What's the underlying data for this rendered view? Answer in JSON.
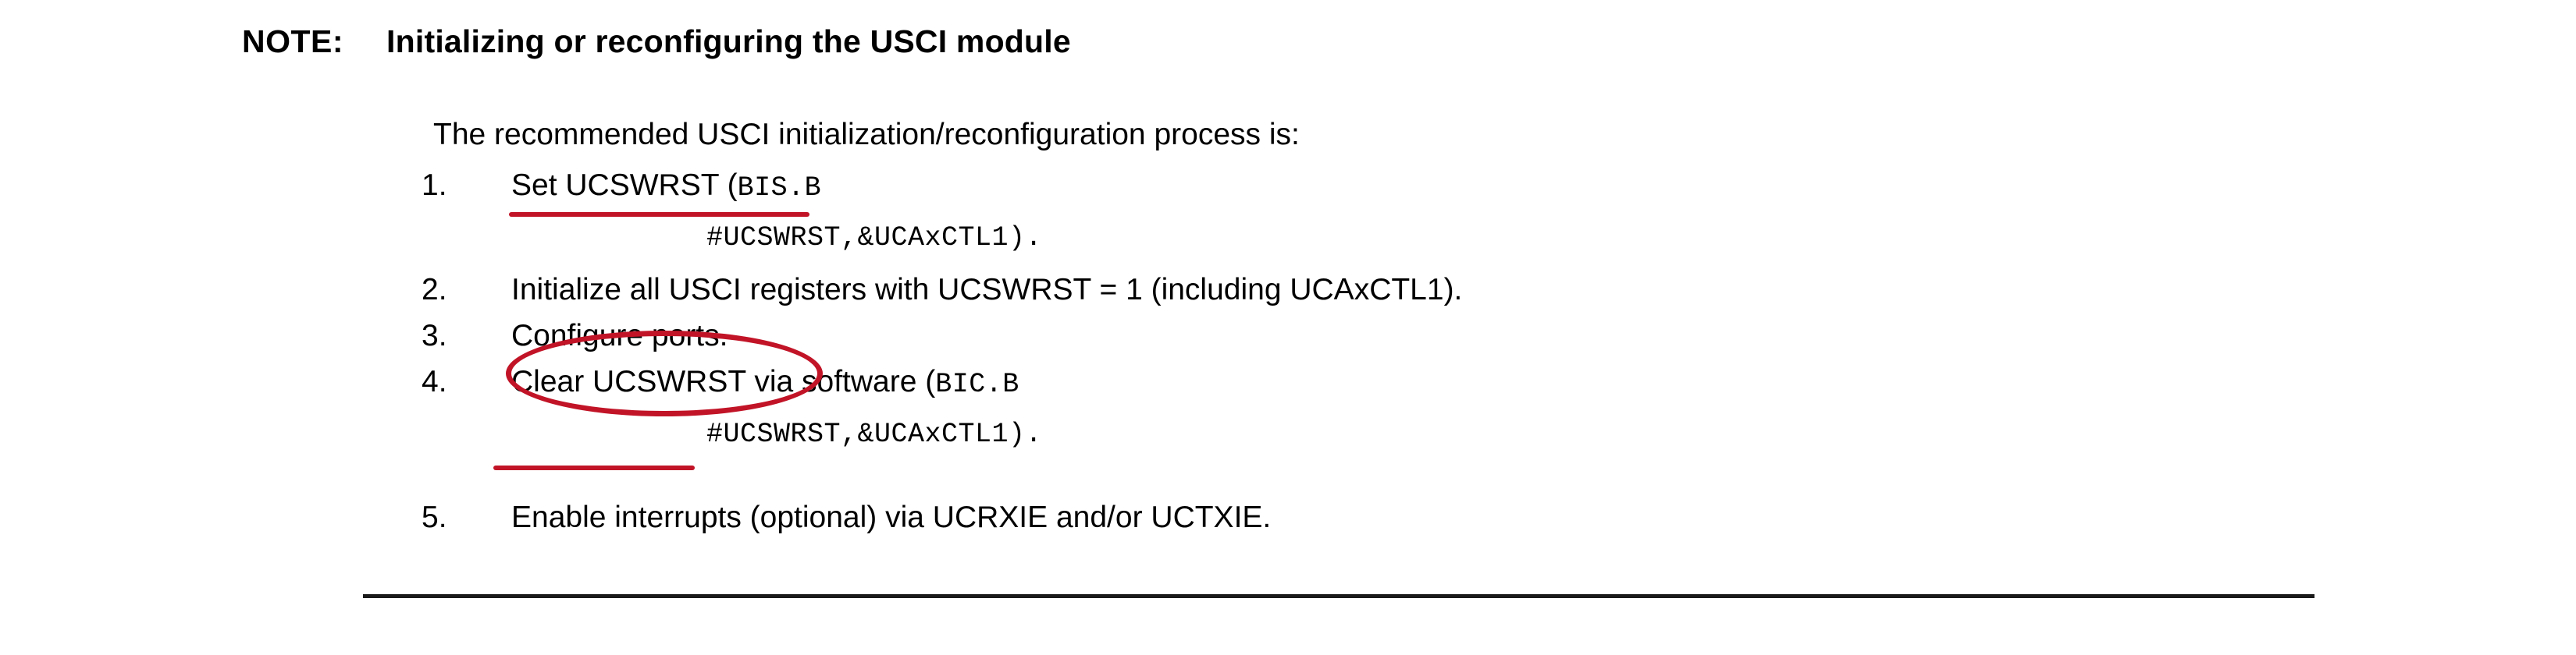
{
  "note": {
    "label": "NOTE:",
    "title": "Initializing or reconfiguring the USCI module"
  },
  "body": {
    "intro": "The recommended USCI initialization/reconfiguration process is:",
    "steps": [
      {
        "number": "1.",
        "text_plain": "Set UCSWRST",
        "text_paren_open": " (",
        "text_mono": "BIS.B",
        "continuation_mono": "#UCSWRST,&UCAxCTL1).",
        "annotation": "red-underline"
      },
      {
        "number": "2.",
        "text": "Initialize all USCI registers with UCSWRST = 1 (including UCAxCTL1).",
        "annotation": "none"
      },
      {
        "number": "3.",
        "text": "Configure ports.",
        "annotation": "red-ellipse"
      },
      {
        "number": "4.",
        "text_plain": "Clear UCSWRST via software (",
        "text_mono": "BIC.B",
        "continuation_mono": "#UCSWRST,&UCAxCTL1).",
        "annotation": "red-underline"
      },
      {
        "number": "5.",
        "text": "Enable interrupts (optional) via UCRXIE and/or UCTXIE.",
        "annotation": "none"
      }
    ]
  },
  "colors": {
    "ink_red": "#C21427",
    "text_black": "#000000",
    "rule_black": "#1a1a1a",
    "page_background": "#ffffff"
  }
}
